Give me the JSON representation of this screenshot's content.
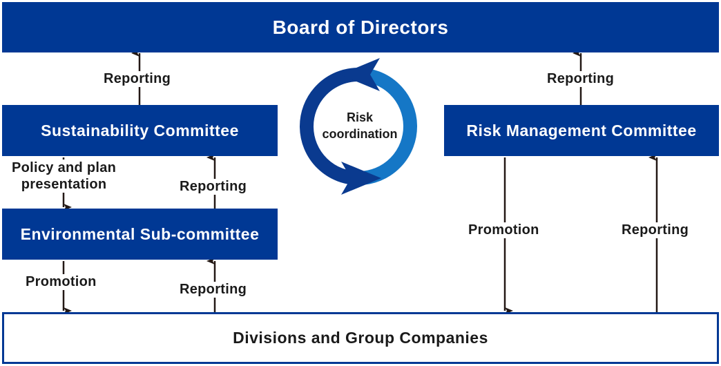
{
  "nodes": {
    "board": "Board of Directors",
    "sustainability": "Sustainability Committee",
    "environmental": "Environmental Sub-committee",
    "risk_management": "Risk Management Committee",
    "divisions": "Divisions and Group Companies"
  },
  "labels": {
    "sust_to_board": "Reporting",
    "risk_to_board": "Reporting",
    "policy_line1": "Policy and plan",
    "policy_line2": "presentation",
    "env_to_sust": "Reporting",
    "env_promotion": "Promotion",
    "div_to_env": "Reporting",
    "risk_promotion": "Promotion",
    "div_to_risk": "Reporting"
  },
  "cycle": {
    "line1": "Risk",
    "line2": "coordination"
  },
  "colors": {
    "primary": "#003894",
    "cycle_dark": "#0a3a8f",
    "cycle_light": "#1577c6",
    "arrow": "#231815"
  }
}
